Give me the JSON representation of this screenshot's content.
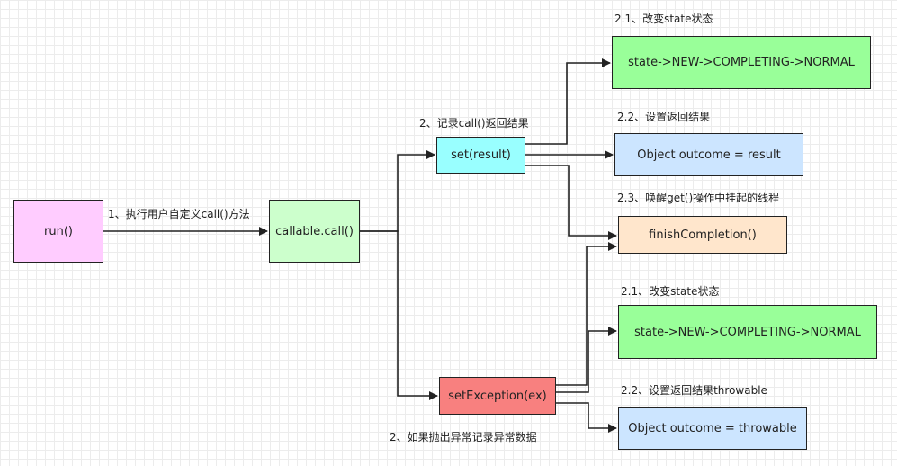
{
  "nodes": {
    "run": "run()",
    "callable_call": "callable.call()",
    "set_result": "set(result)",
    "set_exception": "setException(ex)",
    "state_normal_top": "state->NEW->COMPLETING->NORMAL",
    "outcome_result": "Object outcome = result",
    "finish_completion": "finishCompletion()",
    "state_normal_bottom": "state->NEW->COMPLETING->NORMAL",
    "outcome_throwable": "Object outcome = throwable"
  },
  "labels": {
    "step1": "1、执行用户自定义call()方法",
    "step2_result": "2、记录call()返回结果",
    "step2_exception": "2、如果抛出异常记录异常数据",
    "step21_top": "2.1、改变state状态",
    "step22_top": "2.2、设置返回结果",
    "step23": "2.3、唤醒get()操作中挂起的线程",
    "step21_bottom": "2.1、改变state状态",
    "step22_bottom": "2.2、设置返回结果throwable"
  },
  "colors": {
    "run": "#ffccff",
    "callable_call": "#ccffcc",
    "set_result": "#99ffff",
    "set_exception": "#f8807f",
    "state_normal": "#99ff99",
    "outcome": "#cce5ff",
    "finish_completion": "#ffe6cc"
  }
}
